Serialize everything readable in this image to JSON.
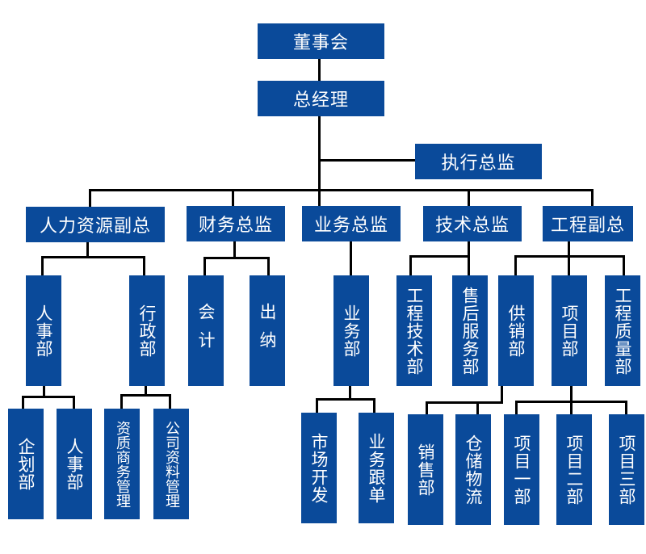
{
  "title": "组织架构图",
  "colors": {
    "node_fill": "#0a4a9a",
    "node_text": "#ffffff",
    "connector": "#000000",
    "background": "#ffffff"
  },
  "nodes": {
    "board": "董事会",
    "gm": "总经理",
    "exec_director": "执行总监",
    "hr_vp": "人力资源副总",
    "finance_director": "财务总监",
    "business_director": "业务总监",
    "tech_director": "技术总监",
    "engineering_vp": "工程副总",
    "hr_dept": "人事部",
    "admin_dept": "行政部",
    "accounting": "会计",
    "cashier": "出纳",
    "business_dept": "业务部",
    "eng_tech_dept": "工程技术部",
    "after_sales_dept": "售后服务部",
    "supply_sales_dept": "供销部",
    "project_dept": "项目部",
    "eng_quality_dept": "工程质量部",
    "planning_dept": "企划部",
    "personnel_dept": "人事部",
    "qualification_mgmt": "资质商务管理",
    "company_docs_mgmt": "公司资料管理",
    "market_dev": "市场开发",
    "business_followup": "业务跟单",
    "sales_dept": "销售部",
    "warehouse_logistics": "仓储物流",
    "project_1": "项目一部",
    "project_2": "项目二部",
    "project_3": "项目三部"
  }
}
